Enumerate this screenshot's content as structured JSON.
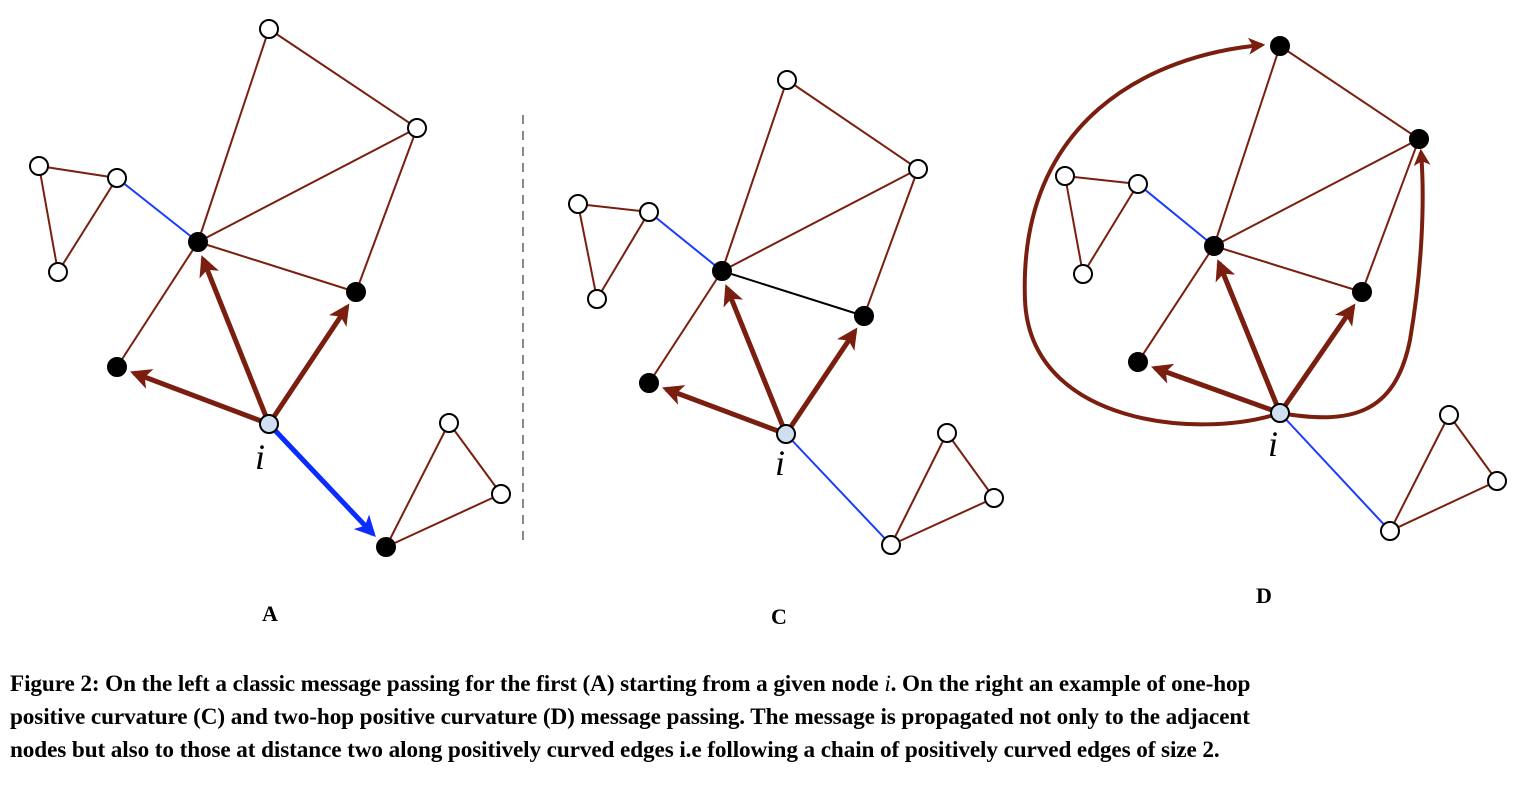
{
  "panels": [
    {
      "id": "A",
      "label": "A"
    },
    {
      "id": "C",
      "label": "C"
    },
    {
      "id": "D",
      "label": "D"
    }
  ],
  "node_label": "i",
  "caption": {
    "line1_a": "Figure 2: On the left a classic message passing for the first (A) starting from a given node ",
    "line1_i": "i",
    "line1_b": ". On the right an example of one-hop",
    "line2": "positive curvature (C) and two-hop positive curvature (D) message passing. The message is propagated not only to the adjacent",
    "line3": "nodes but also to those at distance two along positively curved edges i.e following a chain of positively curved edges of size 2."
  },
  "colors": {
    "edge": "#7a1f0f",
    "bridge_edge": "#1a3cff",
    "message_arrow": "#7a1f0f",
    "blue_arrow": "#0a2cff",
    "center_node": "#cfdff0",
    "black_edge": "#000000"
  }
}
